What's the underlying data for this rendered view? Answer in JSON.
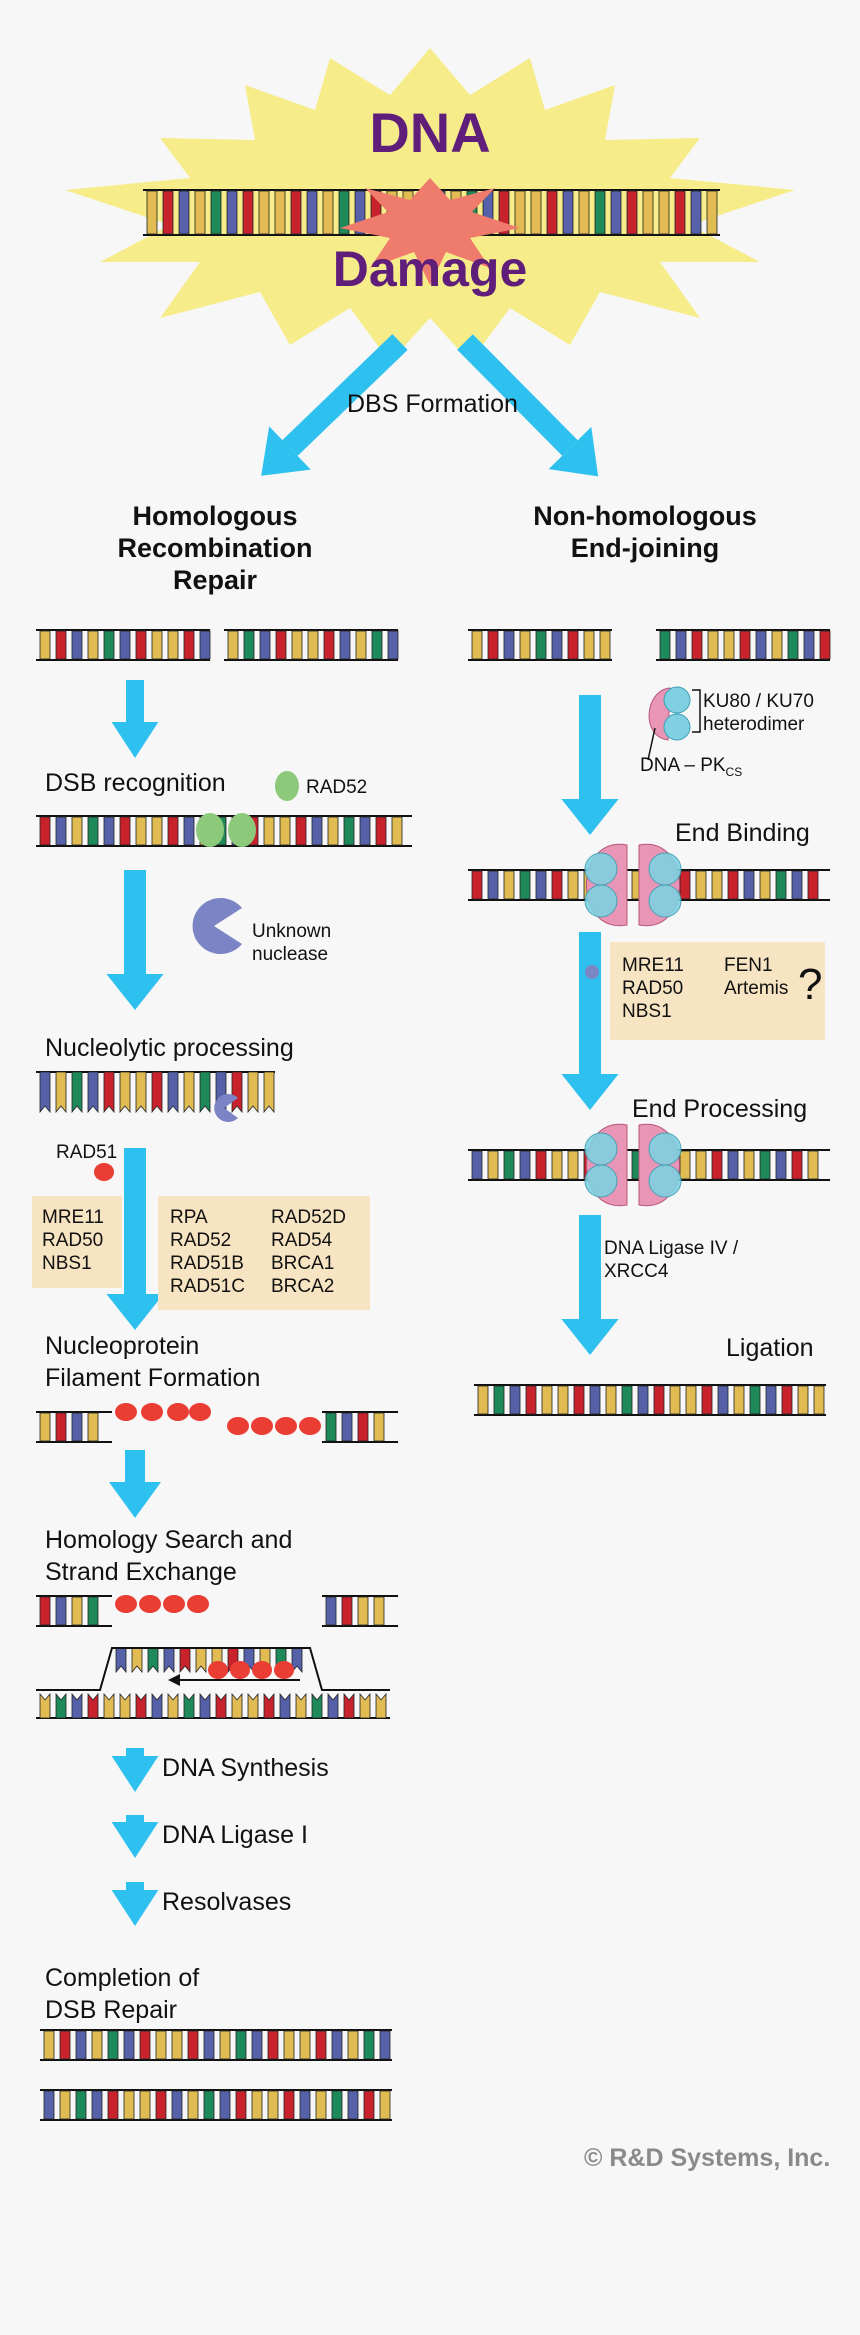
{
  "title": {
    "line1": "DNA",
    "line2": "Damage"
  },
  "formation": "DBS Formation",
  "branches": {
    "hr": "Homologous\nRecombination\nRepair",
    "nhej": "Non-homologous\nEnd-joining"
  },
  "hr_steps": {
    "dsb_recognition": "DSB recognition",
    "rad52": "RAD52",
    "unknown_nuclease": "Unknown\nnuclease",
    "nucleolytic": "Nucleolytic processing",
    "rad51": "RAD51",
    "mrn_box": "MRE11\nRAD50\nNBS1",
    "factors_col1": "RPA\nRAD52\nRAD51B\nRAD51C",
    "factors_col2": "RAD52D\nRAD54\nBRCA1\nBRCA2",
    "filament": "Nucleoprotein\nFilament Formation",
    "homology": "Homology Search and\nStrand Exchange",
    "synthesis": "DNA Synthesis",
    "ligase1": "DNA Ligase I",
    "resolvases": "Resolvases",
    "completion": "Completion of\nDSB Repair"
  },
  "nhej_steps": {
    "ku": "KU80 / KU70\nheterodimer",
    "dnapk": "DNA – PK",
    "dnapk_sub": "CS",
    "end_binding": "End Binding",
    "box_col1": "MRE11\nRAD50\nNBS1",
    "box_col2": "FEN1\nArtemis",
    "box_q": "?",
    "end_processing": "End Processing",
    "ligase4": "DNA Ligase IV /\nXRCC4",
    "ligation": "Ligation"
  },
  "copyright": "© R&D Systems, Inc.",
  "colors": {
    "arrow": "#2ec1ef",
    "base_yellow": "#e0bc52",
    "base_blue": "#5561a8",
    "base_red": "#c8232c",
    "base_green": "#1e8a5a",
    "rad52": "#8cc97a",
    "rad51": "#ea3d33",
    "nuclease": "#7b84c4",
    "ku": "#7fd0e0",
    "dnapk": "#e895b6",
    "box": "#f7e4c2",
    "title": "#5e1e79",
    "burst": "#f7ec8a"
  }
}
